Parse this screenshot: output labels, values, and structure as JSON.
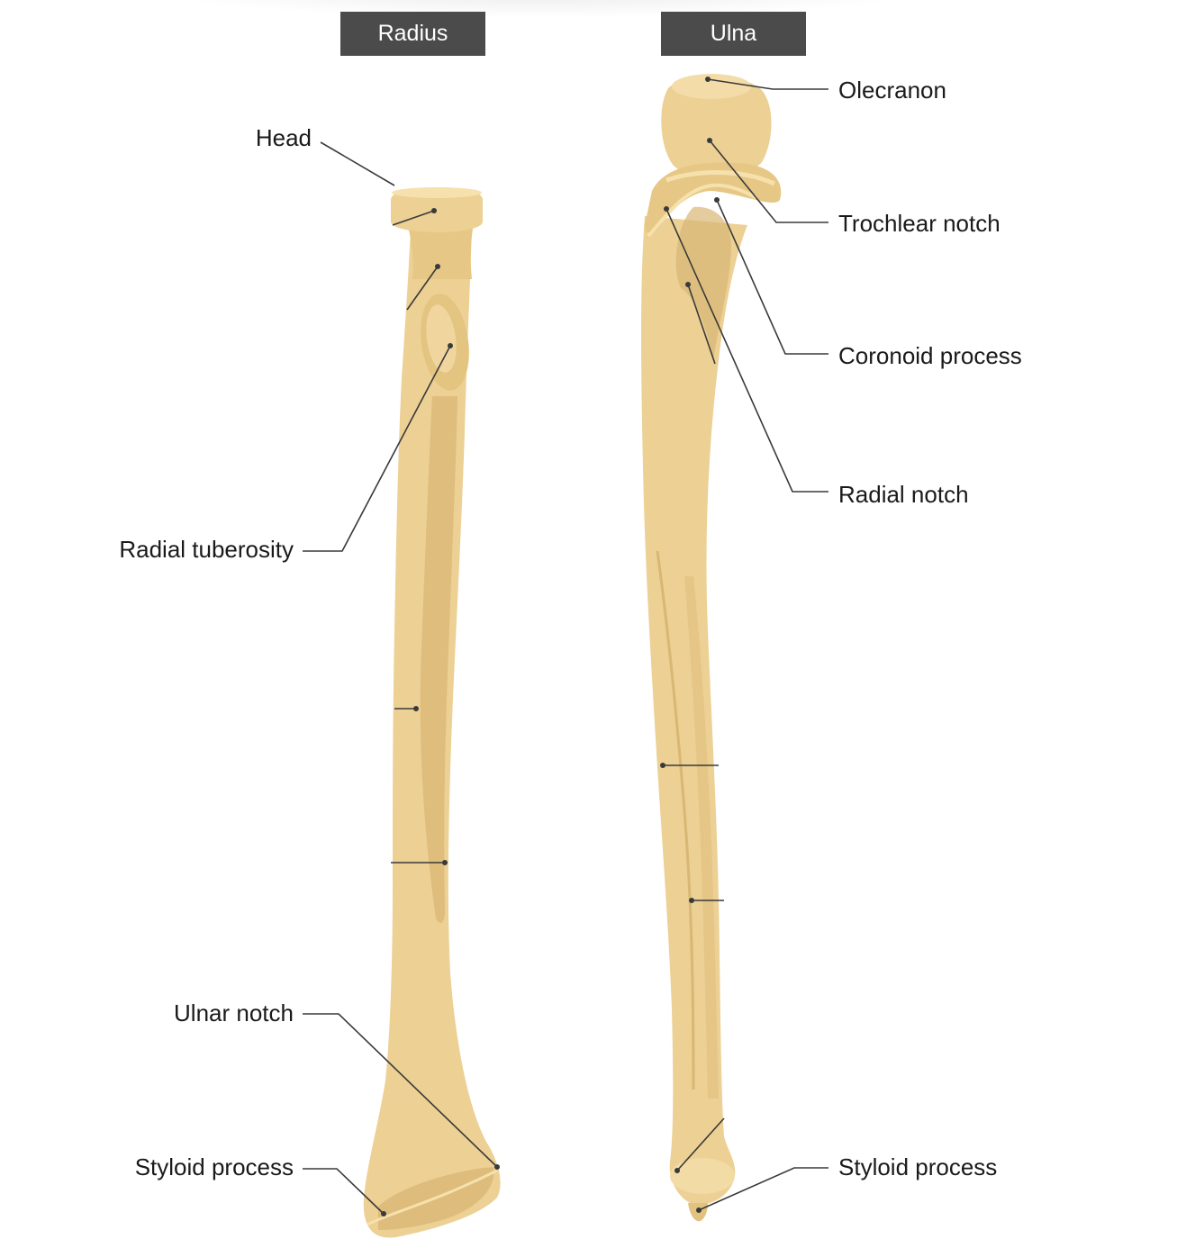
{
  "headers": {
    "radius": "Radius",
    "ulna": "Ulna"
  },
  "radius_labels": {
    "head": "Head",
    "radial_tuberosity": "Radial tuberosity",
    "ulnar_notch": "Ulnar notch",
    "styloid_process": "Styloid process"
  },
  "ulna_labels": {
    "olecranon": "Olecranon",
    "trochlear_notch": "Trochlear notch",
    "coronoid_process": "Coronoid process",
    "radial_notch": "Radial notch",
    "styloid_process": "Styloid process"
  },
  "colors": {
    "bone_fill": "#ecd094",
    "bone_shade": "#d9b775",
    "bone_highlight": "#f6e1ad",
    "leader_line": "#3a3a3a",
    "header_bg": "#4b4b4b",
    "header_text": "#ffffff"
  }
}
